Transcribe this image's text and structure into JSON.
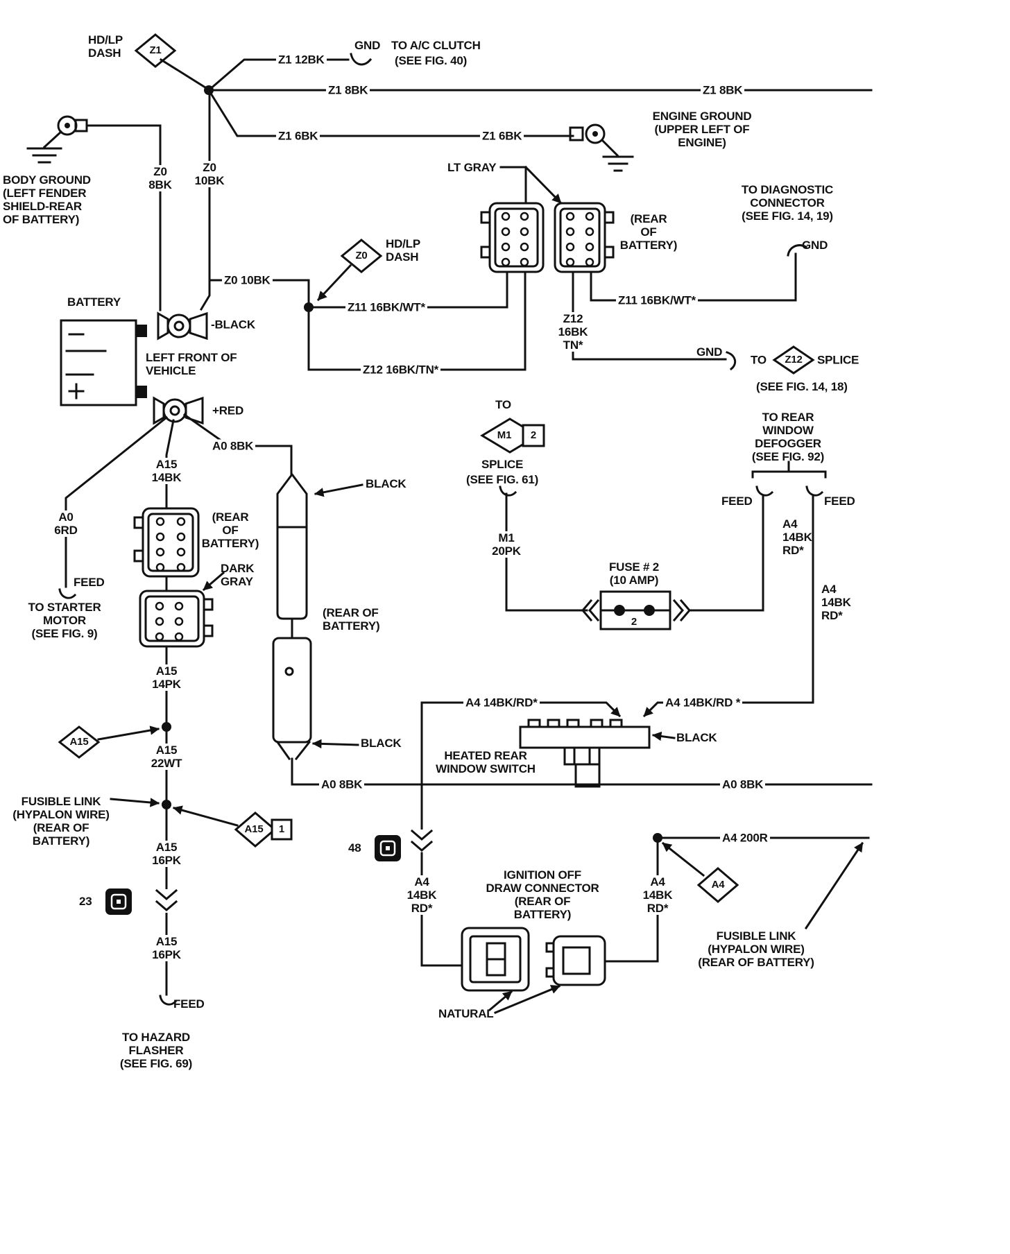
{
  "page": {
    "background": "#ffffff",
    "ink": "#111111"
  },
  "labels": {
    "hd_lp_dash_1": "HD/LP\nDASH",
    "z1_12bk": "Z1 12BK",
    "gnd_ac": "GND",
    "to_ac_clutch": "TO A/C CLUTCH",
    "see_fig_40": "(SEE FIG. 40)",
    "z1_8bk_left": "Z1 8BK",
    "z1_8bk_right": "Z1 8BK",
    "z1_6bk_left": "Z1 6BK",
    "z1_6bk_right": "Z1 6BK",
    "engine_ground": "ENGINE GROUND\n(UPPER LEFT OF\nENGINE)",
    "body_ground": "BODY GROUND\n(LEFT FENDER\nSHIELD-REAR\nOF BATTERY)",
    "z0_8bk": "Z0\n8BK",
    "z0_10bk_vertical": "Z0\n10BK",
    "lt_gray": "LT GRAY",
    "rear_of_battery_1": "(REAR\nOF\nBATTERY)",
    "to_diagnostic": "TO DIAGNOSTIC\nCONNECTOR\n(SEE FIG. 14, 19)",
    "gnd_diagnostic": "GND",
    "hd_lp_dash_2": "HD/LP\nDASH",
    "z0_10bk_horizontal": "Z0 10BK",
    "z11_16bk_wt_left": "Z11 16BK/WT*",
    "z11_16bk_wt_right": "Z11 16BK/WT*",
    "z12_16bk_tn_stack": "Z12\n16BK\nTN*",
    "battery": "BATTERY",
    "minus_black": "-BLACK",
    "left_front_of_vehicle": "LEFT FRONT OF\nVEHICLE",
    "z12_16bk_tn_left": "Z12 16BK/TN*",
    "gnd_z12": "GND",
    "to_z12": "TO",
    "splice_z12": "SPLICE",
    "see_fig_14_18": "(SEE FIG. 14, 18)",
    "plus_red": "+RED",
    "a0_8bk_top": "A0 8BK",
    "to_m1": "TO",
    "splice_m1": "SPLICE",
    "see_fig_61": "(SEE FIG. 61)",
    "to_rear_defogger": "TO REAR\nWINDOW\nDEFOGGER\n(SEE FIG. 92)",
    "feed_defog_left": "FEED",
    "feed_defog_right": "FEED",
    "a15_14bk": "A15\n14BK",
    "black_cable_top": "BLACK",
    "a0_6rd": "A0\n6RD",
    "rear_of_battery_2": "(REAR\nOF\nBATTERY)",
    "dark_gray": "DARK\nGRAY",
    "m1_20pk": "M1\n20PK",
    "fuse_2_title": "FUSE # 2\n(10 AMP)",
    "fuse_2_number": "2",
    "a4_14bk_rd_1": "A4\n14BK\nRD*",
    "a4_14bk_rd_2": "A4\n14BK\nRD*",
    "feed_starter": "FEED",
    "to_starter_motor": "TO STARTER\nMOTOR\n(SEE FIG. 9)",
    "rear_of_battery_3": "(REAR OF\nBATTERY)",
    "a15_14pk": "A15\n14PK",
    "a15_22wt": "A15\n22WT",
    "a4_14bk_rd_switch_left": "A4 14BK/RD*",
    "a4_14bk_rd_switch_right": "A4 14BK/RD *",
    "heated_rear_window_switch": "HEATED REAR\nWINDOW SWITCH",
    "black_switch": "BLACK",
    "black_cable_bottom": "BLACK",
    "a0_8bk_mid": "A0 8BK",
    "a0_8bk_right": "A0 8BK",
    "fusible_link_left": "FUSIBLE LINK\n(HYPALON WIRE)\n(REAR OF\nBATTERY)",
    "a15_16pk_1": "A15\n16PK",
    "icon_48": "48",
    "icon_23": "23",
    "a15_16pk_2": "A15\n16PK",
    "a4_200r": "A4 200R",
    "a4_14bk_rd_3": "A4\n14BK\nRD*",
    "ignition_off_draw": "IGNITION OFF\nDRAW CONNECTOR\n(REAR OF\nBATTERY)",
    "a4_14bk_rd_4": "A4\n14BK\nRD*",
    "natural": "NATURAL",
    "fusible_link_right": "FUSIBLE LINK\n(HYPALON WIRE)\n(REAR OF BATTERY)",
    "feed_hazard": "FEED",
    "to_hazard_flasher": "TO HAZARD\nFLASHER\n(SEE FIG. 69)"
  },
  "diamonds": {
    "z1": "Z1",
    "z0": "Z0",
    "z12": "Z12",
    "m1": "M1",
    "m1_num": "2",
    "a15": "A15",
    "a15_1": "A15",
    "a15_1_num": "1",
    "a4": "A4"
  }
}
